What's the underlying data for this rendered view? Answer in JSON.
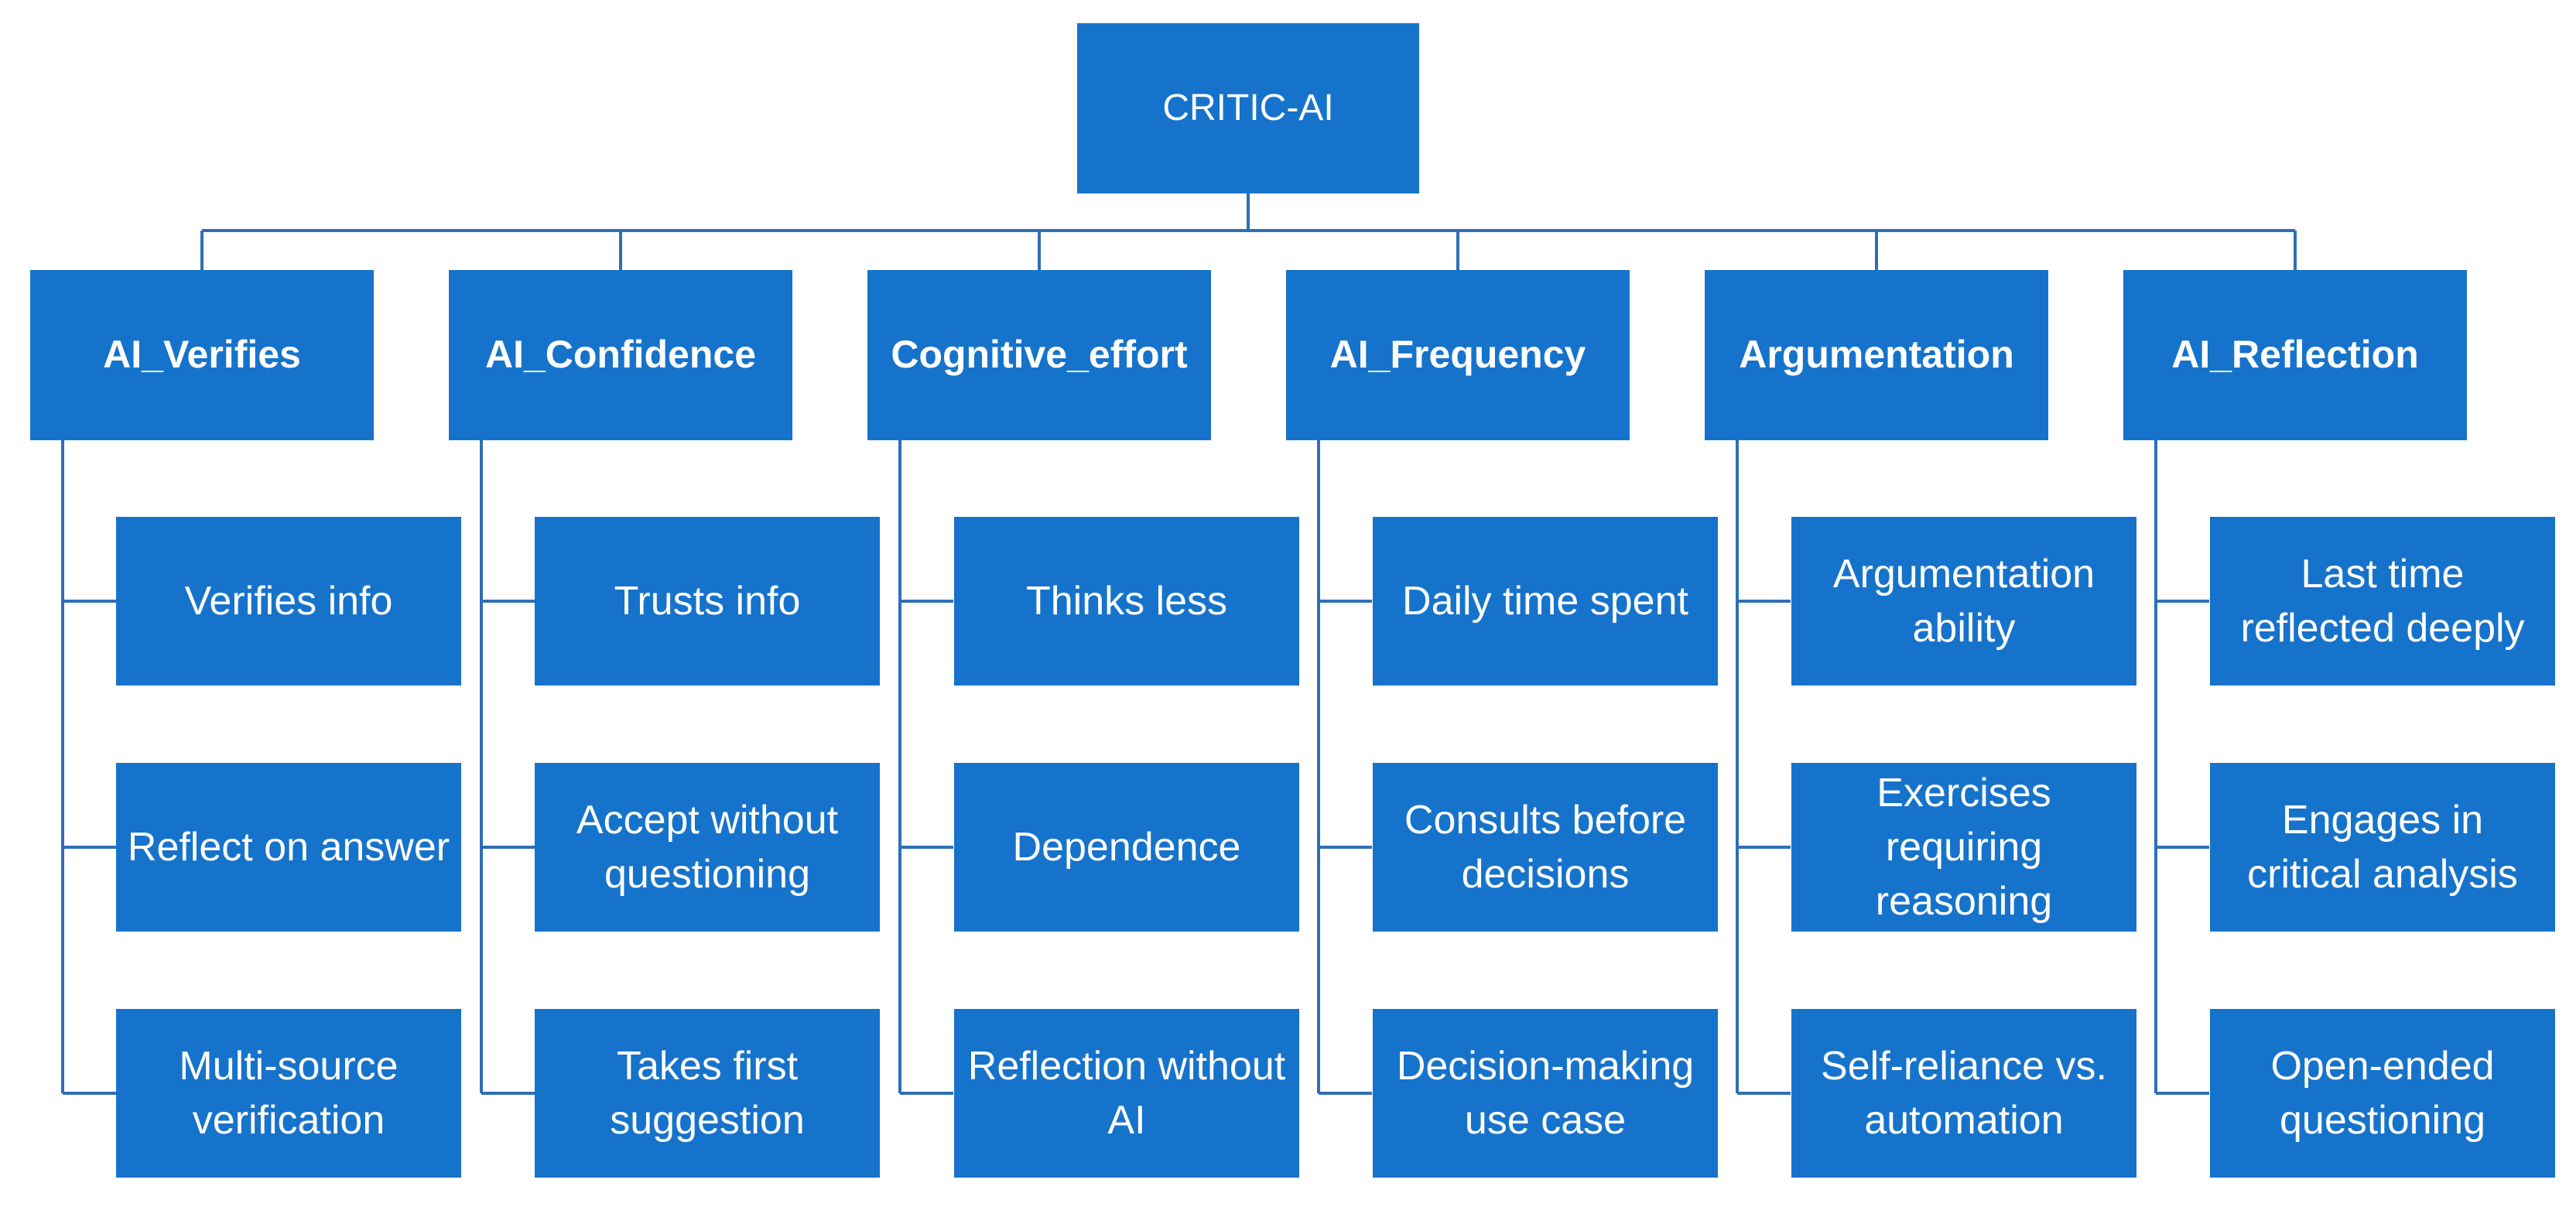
{
  "diagram": {
    "root": {
      "label": "CRITIC-AI"
    },
    "colors": {
      "box_fill": "#1673CB",
      "box_text": "#FFFFFF",
      "connector": "#2E6FB5"
    },
    "categories": [
      {
        "label": "AI_Verifies",
        "items": [
          {
            "label": "Verifies info"
          },
          {
            "label": "Reflect on answer"
          },
          {
            "label": "Multi-source verification"
          }
        ]
      },
      {
        "label": "AI_Confidence",
        "items": [
          {
            "label": "Trusts info"
          },
          {
            "label": "Accept without questioning"
          },
          {
            "label": "Takes first suggestion"
          }
        ]
      },
      {
        "label": "Cognitive_effort",
        "items": [
          {
            "label": "Thinks less"
          },
          {
            "label": "Dependence"
          },
          {
            "label": "Reflection without AI"
          }
        ]
      },
      {
        "label": "AI_Frequency",
        "items": [
          {
            "label": "Daily time spent"
          },
          {
            "label": "Consults before decisions"
          },
          {
            "label": "Decision-making use case"
          }
        ]
      },
      {
        "label": "Argumentation",
        "items": [
          {
            "label": "Argumentation ability"
          },
          {
            "label": "Exercises requiring reasoning"
          },
          {
            "label": "Self-reliance vs. automation"
          }
        ]
      },
      {
        "label": "AI_Reflection",
        "items": [
          {
            "label": "Last time reflected deeply"
          },
          {
            "label": "Engages in critical analysis"
          },
          {
            "label": "Open-ended questioning"
          }
        ]
      }
    ]
  }
}
